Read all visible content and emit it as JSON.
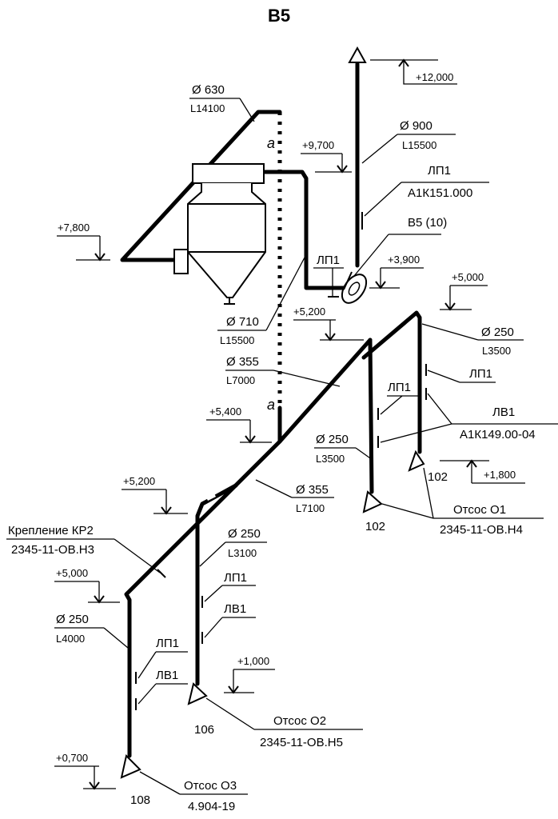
{
  "title": "B5",
  "marks": {
    "a_top": "a",
    "a_bottom": "a"
  },
  "elevations": {
    "e12000": "+12,000",
    "e9700": "+9,700",
    "e7800": "+7,800",
    "e3900": "+3,900",
    "e5000_right": "+5,000",
    "e5200_mid": "+5,200",
    "e5400": "+5,400",
    "e5200_left": "+5,200",
    "e5000_left": "+5,000",
    "e1800": "+1,800",
    "e1000": "+1,000",
    "e0700": "+0,700"
  },
  "pipes": {
    "p630": {
      "dia": "Ø 630",
      "len": "L14100"
    },
    "p900": {
      "dia": "Ø 900",
      "len": "L15500"
    },
    "p710": {
      "dia": "Ø 710",
      "len": "L15500"
    },
    "p355a": {
      "dia": "Ø 355",
      "len": "L7000"
    },
    "p250a": {
      "dia": "Ø 250",
      "len": "L3500"
    },
    "p250b": {
      "dia": "Ø 250",
      "len": "L3500"
    },
    "p355b": {
      "dia": "Ø 355",
      "len": "L7100"
    },
    "p250c": {
      "dia": "Ø 250",
      "len": "L3100"
    },
    "p250d": {
      "dia": "Ø 250",
      "len": "L4000"
    }
  },
  "labels": {
    "lp1_fan": "ЛП1",
    "a1k151": "А1К151.000",
    "b5_10": "В5 (10)",
    "lp1_top": "ЛП1",
    "lp1_right": "ЛП1",
    "lv1_right": "ЛВ1",
    "a1k149": "А1К149.00-04",
    "lp1_mid": "ЛП1",
    "otsos_o1": "Отсос О1",
    "code_o1": "2345-11-ОВ.Н4",
    "num102_right": "102",
    "num102_mid": "102",
    "kreplenie": "Крепление КР2",
    "code_kr2": "2345-11-ОВ.Н3",
    "lp1_c": "ЛП1",
    "lv1_c": "ЛВ1",
    "lp1_d": "ЛП1",
    "lv1_d": "ЛВ1",
    "otsos_o2": "Отсос О2",
    "code_o2": "2345-11-ОВ.Н5",
    "num106": "106",
    "otsos_o3": "Отсос О3",
    "code_o3": "4.904-19",
    "num108": "108"
  }
}
